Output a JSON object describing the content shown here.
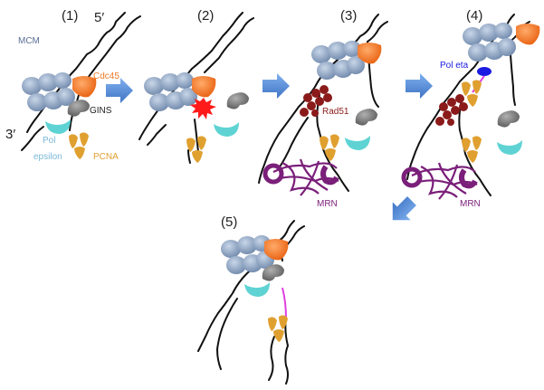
{
  "colors": {
    "mcm": "#7f97b8",
    "cdc45": "#f07a2a",
    "gins": "#808080",
    "pol_epsilon": "#5fd3d3",
    "pcna": "#e0a030",
    "rad51": "#8b1a1a",
    "mrn": "#7a1f7a",
    "pol_eta": "#1a1ae0",
    "damage": "#ff1a1a",
    "arrow": "#5b8fd8",
    "gap": "#e040e0"
  },
  "panels": [
    {
      "number": "(1)"
    },
    {
      "number": "(2)"
    },
    {
      "number": "(3)"
    },
    {
      "number": "(4)"
    },
    {
      "number": "(5)"
    }
  ],
  "labels": {
    "five_prime": "5′",
    "three_prime": "3′",
    "mcm": "MCM",
    "cdc45": "Cdc45",
    "gins": "GINS",
    "pol_epsilon_line1": "Pol",
    "pol_epsilon_line2": "epsilon",
    "pcna": "PCNA",
    "rad51": "Rad51",
    "mrn_3": "MRN",
    "pol_eta": "Pol eta",
    "mrn_4": "MRN"
  }
}
